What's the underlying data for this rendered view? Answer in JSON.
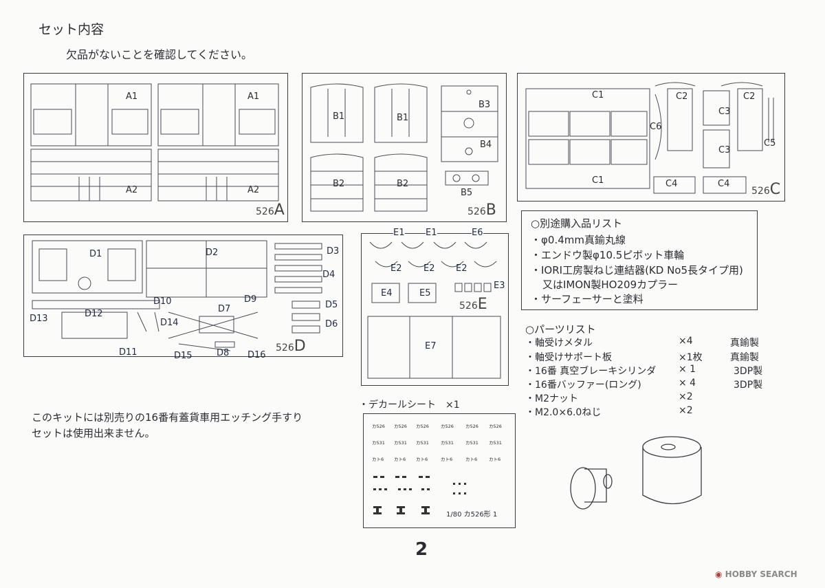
{
  "heading": "セット内容",
  "subheading": "欠品がないことを確認してください。",
  "sheets": {
    "A": {
      "tag": "526",
      "letter": "A",
      "labels": [
        "A1",
        "A1",
        "A2",
        "A2"
      ]
    },
    "B": {
      "tag": "526",
      "letter": "B",
      "labels": [
        "B1",
        "B1",
        "B3",
        "B4",
        "B2",
        "B2",
        "B5"
      ]
    },
    "C": {
      "tag": "526",
      "letter": "C",
      "labels": [
        "C1",
        "C2",
        "C2",
        "C3",
        "C3",
        "C6",
        "C5",
        "C1",
        "C4",
        "C4"
      ]
    },
    "D": {
      "tag": "526",
      "letter": "D",
      "labels": [
        "D1",
        "D2",
        "D3",
        "D4",
        "D10",
        "D9",
        "D5",
        "D7",
        "D12",
        "D13",
        "D14",
        "D6",
        "D11",
        "D15",
        "D8",
        "D16"
      ]
    },
    "E": {
      "tag": "526",
      "letter": "E",
      "labels": [
        "E1",
        "E1",
        "E6",
        "E2",
        "E2",
        "E2",
        "E4",
        "E5",
        "E3",
        "E7"
      ]
    }
  },
  "purchase_list": {
    "title": "○別途購入品リスト",
    "items": [
      "・φ0.4mm真鍮丸線",
      "・エンドウ製φ10.5ピボット車輪",
      "・IORI工房製ねじ連結器(KD No5長タイプ用)",
      "又はIMON製HO209カプラー",
      "・サーフェーサーと塗料"
    ]
  },
  "parts_list": {
    "title": "○パーツリスト",
    "rows": [
      {
        "name": "・軸受けメタル",
        "qty": "×4",
        "material": "真鍮製"
      },
      {
        "name": "・軸受けサポート板",
        "qty": "×1枚",
        "material": "真鍮製"
      },
      {
        "name": "・16番 真空ブレーキシリンダ",
        "qty": "× 1",
        "material": "3DP製"
      },
      {
        "name": "・16番バッファー(ロング)",
        "qty": "× 4",
        "material": "3DP製"
      },
      {
        "name": "・M2ナット",
        "qty": "×2",
        "material": ""
      },
      {
        "name": "・M2.0×6.0ねじ",
        "qty": "×2",
        "material": ""
      }
    ]
  },
  "note": {
    "line1": "このキットには別売りの16番有蓋貨車用エッチング手すり",
    "line2": "セットは使用出来ません。"
  },
  "decal": {
    "title": "・デカールシート　×1",
    "cells": [
      "カ526",
      "カ526",
      "カ526",
      "カ526",
      "カ526",
      "カ526",
      "カ531",
      "カ531",
      "カ531",
      "カ531",
      "カ531",
      "カ531",
      "カト6",
      "カト6",
      "カト6",
      "カト6",
      "カト6",
      "カト6"
    ],
    "footer": "1/80 カ526形 1"
  },
  "page_number": "2",
  "watermark": "HOBBY SEARCH"
}
